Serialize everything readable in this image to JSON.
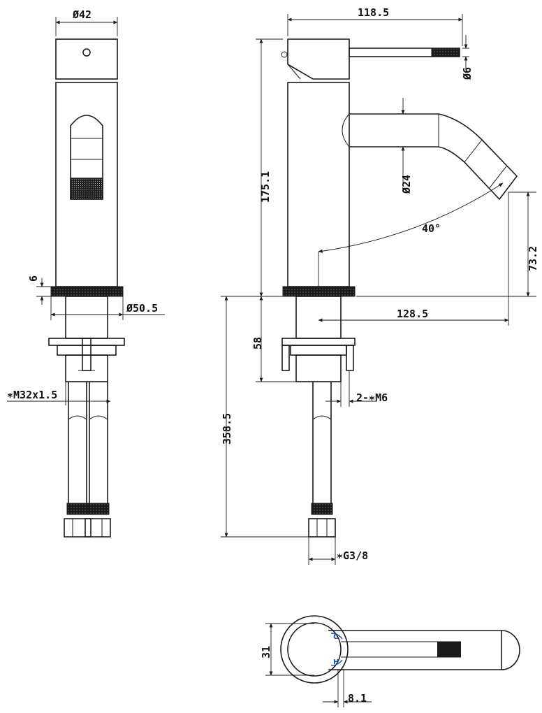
{
  "dimensions": {
    "body_dia": "Ø42",
    "lever_len": "118.5",
    "lever_dia": "Ø6",
    "height_total": "175.1",
    "spout_dia": "Ø24",
    "spout_angle": "40°",
    "spout_height": "73.2",
    "base_thickness": "6",
    "base_dia": "Ø50.5",
    "reach": "128.5",
    "shank_len": "58",
    "thread": "∗M32x1.5",
    "stud": "2-∗M6",
    "hose_len": "358.5",
    "hose_fit": "∗G3/8",
    "top_31": "31",
    "top_81": "8.1"
  },
  "markers": {
    "cold": "C",
    "hot": "H"
  },
  "colors": {
    "line": "#1a1a1a",
    "marker": "#1f4fa8"
  }
}
